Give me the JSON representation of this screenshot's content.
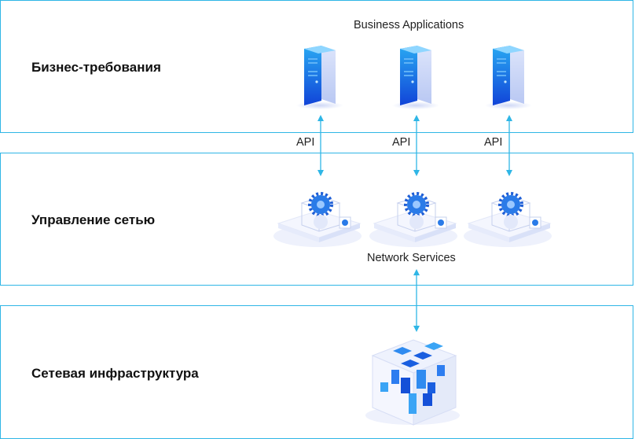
{
  "layers": {
    "business": {
      "title": "Бизнес-требования",
      "caption": "Business Applications"
    },
    "network": {
      "title": "Управление сетью",
      "caption": "Network Services"
    },
    "infrastructure": {
      "title": "Сетевая инфраструктура"
    }
  },
  "api_label": "API",
  "colors": {
    "border": "#2fb6e6",
    "arrow": "#2fb6e6",
    "accent": "#1565e8"
  },
  "icons": [
    "server-icon",
    "gear-cube-icon",
    "infrastructure-cube-icon"
  ]
}
